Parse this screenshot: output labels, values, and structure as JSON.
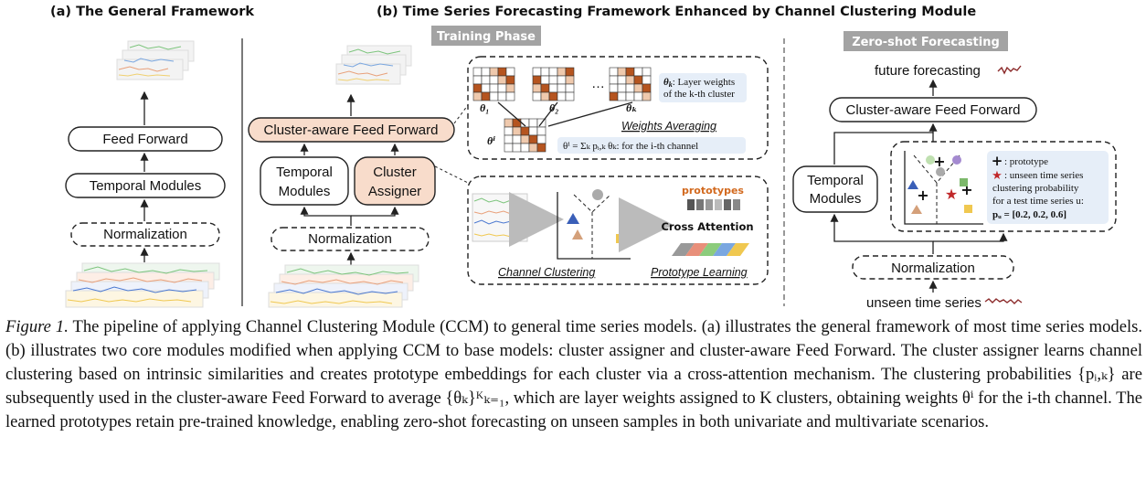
{
  "panel_a": {
    "title": "(a) The General Framework",
    "feed_forward": "Feed Forward",
    "temporal_modules": "Temporal Modules",
    "normalization": "Normalization"
  },
  "panel_b": {
    "title": "(b) Time Series Forecasting Framework Enhanced by Channel Clustering Module",
    "training_phase": "Training Phase",
    "cluster_ff": "Cluster-aware Feed Forward",
    "temporal_modules_l1": "Temporal",
    "temporal_modules_l2": "Modules",
    "cluster_assigner_l1": "Cluster",
    "cluster_assigner_l2": "Assigner",
    "normalization": "Normalization",
    "theta_1": "θ₁",
    "theta_2": "θ₂",
    "theta_k": "θₖ",
    "theta_i": "θⁱ",
    "ellipsis": "…",
    "theta_k_note_l1": ": Layer weights",
    "theta_k_note_l2": "of the k-th cluster",
    "weights_averaging": "Weights Averaging",
    "weights_formula": "θⁱ = Σₖ pᵢ,ₖ θₖ: for the i-th channel",
    "prototypes": "prototypes",
    "cross_attention": "Cross Attention",
    "channel_clustering": "Channel Clustering",
    "prototype_learning": "Prototype Learning"
  },
  "panel_c": {
    "zero_shot": "Zero-shot Forecasting",
    "future_forecasting": "future forecasting",
    "cluster_ff": "Cluster-aware Feed Forward",
    "temporal_modules_l1": "Temporal",
    "temporal_modules_l2": "Modules",
    "normalization": "Normalization",
    "unseen": "unseen time series",
    "legend_prototype": ": prototype",
    "legend_unseen_l1": ": unseen time series",
    "legend_unseen_l2": "clustering probability",
    "legend_unseen_l3": "for a test time series u:",
    "legend_pu": "pᵤ = [0.2, 0.2, 0.6]"
  },
  "caption": {
    "label": "Figure 1.",
    "text": " The pipeline of applying Channel Clustering Module (CCM) to general time series models. (a) illustrates the general framework of most time series models. (b) illustrates two core modules modified when applying CCM to base models: cluster assigner and cluster-aware Feed Forward. The cluster assigner learns channel clustering based on intrinsic similarities and creates prototype embeddings for each cluster via a cross-attention mechanism. The clustering probabilities {pᵢ,ₖ} are subsequently used in the cluster-aware Feed Forward to average {θₖ}ᴷₖ₌₁, which are layer weights assigned to K clusters, obtaining weights θⁱ for the i-th channel. The learned prototypes retain pre-trained knowledge, enabling zero-shot forecasting on unseen samples in both univariate and multivariate scenarios."
  },
  "colors": {
    "accent_pink": "#f8dccb",
    "weight_dark": "#b5541f",
    "weight_light": "#efc9ad",
    "phase_gray": "#a3a3a3",
    "note_blue": "#e6eef8"
  }
}
